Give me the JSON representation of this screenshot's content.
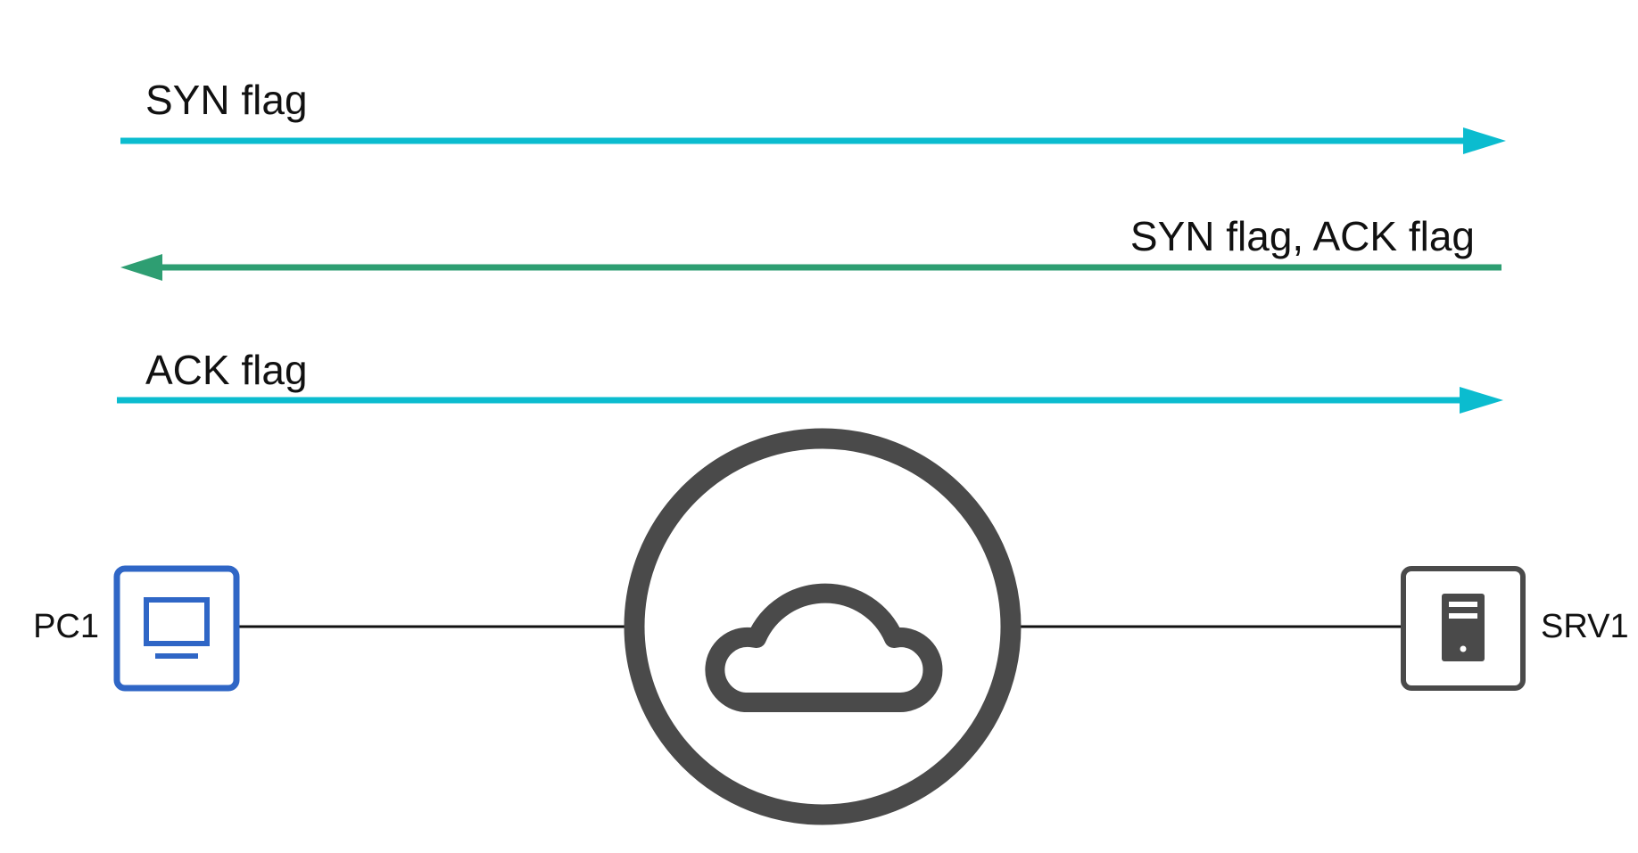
{
  "messages": [
    {
      "label": "SYN flag",
      "direction": "right",
      "color": "#0bbccf"
    },
    {
      "label": "SYN flag, ACK flag",
      "direction": "left",
      "color": "#2e9e72"
    },
    {
      "label": "ACK flag",
      "direction": "right",
      "color": "#0bbccf"
    }
  ],
  "nodes": {
    "pc": {
      "label": "PC1",
      "icon": "desktop-computer-icon",
      "color": "#2f66c6"
    },
    "cloud": {
      "icon": "cloud-icon",
      "color": "#4a4a4a"
    },
    "server": {
      "label": "SRV1",
      "icon": "server-tower-icon",
      "color": "#4a4a4a"
    }
  },
  "link_color": "#111111"
}
